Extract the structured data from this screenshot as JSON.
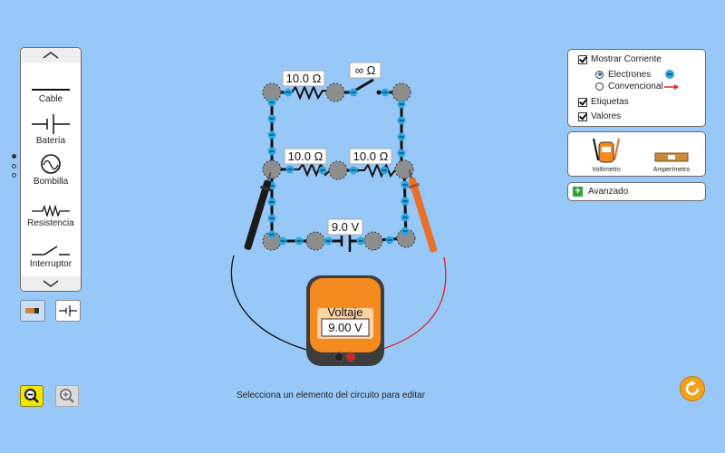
{
  "toolbox": {
    "items": [
      {
        "label": "Cable"
      },
      {
        "label": "Batería"
      },
      {
        "label": "Bombilla"
      },
      {
        "label": "Resistencia"
      },
      {
        "label": "Interruptor"
      }
    ]
  },
  "circuit": {
    "resistor_top": "10.0 Ω",
    "switch_label": "∞ Ω",
    "resistor_mid_left": "10.0 Ω",
    "resistor_mid_right": "10.0 Ω",
    "battery_label": "9.0 V"
  },
  "voltmeter": {
    "title": "Voltaje",
    "reading": "9.00 V"
  },
  "options": {
    "show_current": "Mostrar Corriente",
    "electrons": "Electrones",
    "conventional": "Convencional",
    "labels": "Etiquetas",
    "values": "Valores"
  },
  "tools": {
    "voltmeter": "Voltímetro",
    "ammeter": "Amperímetro"
  },
  "advanced": "Avanzado",
  "hint": "Selecciona un elemento del circuito para editar",
  "colors": {
    "background": "#98c8f8",
    "electron": "#29a8e0",
    "meter_orange": "#f58a1f",
    "probe_red": "#e02020"
  }
}
